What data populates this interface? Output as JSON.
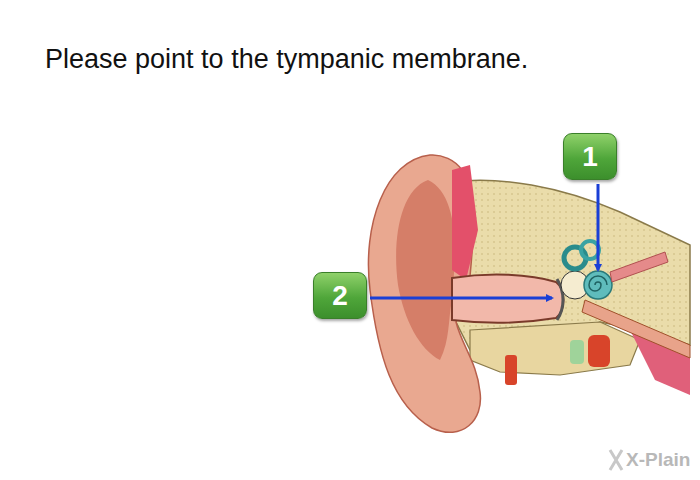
{
  "diagram": {
    "title": "Please point to the tympanic membrane.",
    "nodes": [
      {
        "text": [
          "1"
        ]
      },
      {
        "text": [
          "2"
        ]
      }
    ],
    "labels": [
      "X-Plain"
    ]
  }
}
